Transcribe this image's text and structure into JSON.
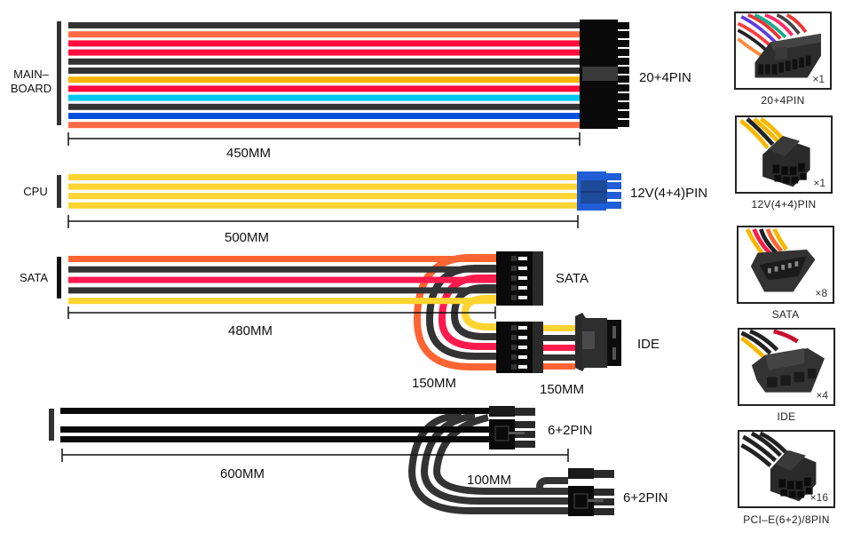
{
  "colors": {
    "black": "#333333",
    "deep_black": "#0a0a0a",
    "orange": "#ff6a45",
    "red": "#ff0a3c",
    "yellow": "#ffb400",
    "light_yellow": "#fed431",
    "cyan": "#00c8ee",
    "blue": "#0050dc",
    "cpu_blue": "#1f5ed6",
    "sata_orange": "#ff6433",
    "sata_red": "#ff1a4e"
  },
  "mainboard": {
    "label_line1": "MAIN–",
    "label_line2": "BOARD",
    "length": "450MM",
    "connector": "20+4PIN",
    "wires": [
      "black",
      "orange",
      "red",
      "red",
      "black",
      "black",
      "yellow",
      "red",
      "cyan",
      "black",
      "blue",
      "orange"
    ]
  },
  "cpu": {
    "label": "CPU",
    "length": "500MM",
    "connector": "12V(4+4)PIN",
    "wires": [
      "light_yellow",
      "light_yellow",
      "light_yellow",
      "light_yellow"
    ]
  },
  "sata": {
    "label": "SATA",
    "length": "480MM",
    "connector_sata": "SATA",
    "connector_ide": "IDE",
    "segment1_length": "150MM",
    "segment2_length": "150MM",
    "wires": [
      "sata_orange",
      "black",
      "sata_red",
      "black",
      "light_yellow"
    ]
  },
  "pcie": {
    "length": "600MM",
    "connector1": "6+2PIN",
    "connector2": "6+2PIN",
    "segment_length": "100MM"
  },
  "thumbnails": [
    {
      "caption": "20+4PIN",
      "qty": "×1",
      "icon": "atx-24pin-connector-icon"
    },
    {
      "caption": "12V(4+4)PIN",
      "qty": "×1",
      "icon": "eps-8pin-connector-icon"
    },
    {
      "caption": "SATA",
      "qty": "×8",
      "icon": "sata-power-connector-icon"
    },
    {
      "caption": "IDE",
      "qty": "×4",
      "icon": "molex-connector-icon"
    },
    {
      "caption": "PCI–E(6+2)/8PIN",
      "qty": "×16",
      "icon": "pcie-8pin-connector-icon"
    }
  ]
}
